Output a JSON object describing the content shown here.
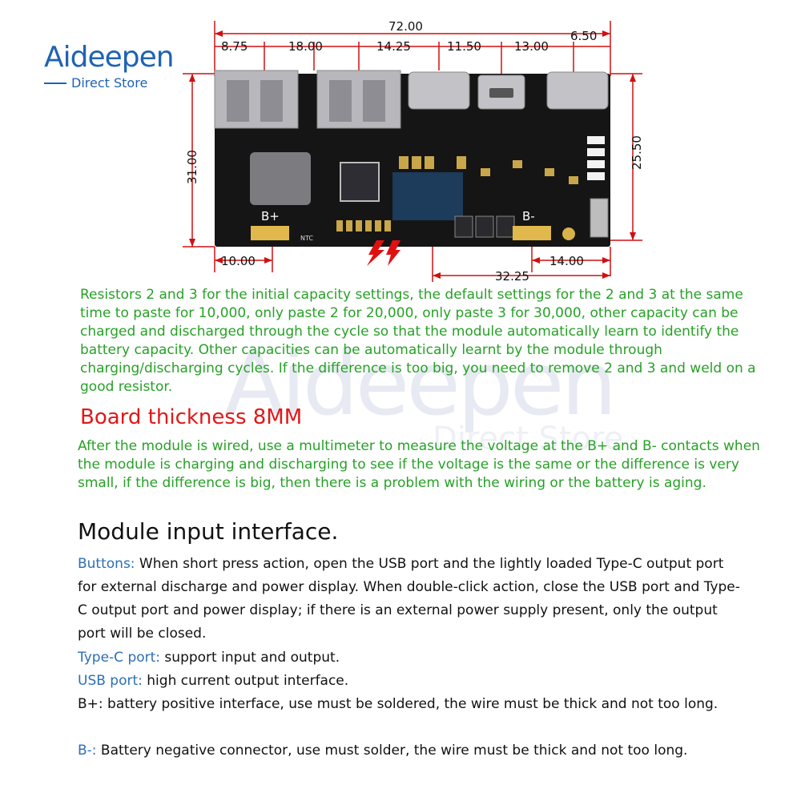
{
  "logo": {
    "brand": "Aideepen",
    "tagline": "Direct Store"
  },
  "dimensions": {
    "top_total": "72.00",
    "top_segments": [
      "8.75",
      "18.00",
      "14.25",
      "11.50",
      "13.00",
      "6.50"
    ],
    "left_height": "31.00",
    "right_height": "25.50",
    "bottom_left": "10.00",
    "bottom_right": "14.00",
    "bottom_span": "32.25"
  },
  "board_labels": {
    "b_plus": "B+",
    "b_minus": "B-",
    "ntc": "NTC"
  },
  "resistor_note": "Resistors 2 and 3 for the initial capacity settings, the default settings for the 2 and 3 at the same time to paste for 10,000, only paste 2 for 20,000, only paste 3 for 30,000, other capacity can be charged and discharged through the cycle so that the module automatically learn to identify the battery capacity. Other capacities can be automatically learnt by the module through charging/discharging cycles. If the difference is too big, you need to remove 2 and 3 and weld on a good resistor.",
  "board_thickness": "Board thickness 8MM",
  "wiring_note": "After the module is wired, use a multimeter to measure the voltage at the B+ and B- contacts when the module is charging and discharging to see if the voltage is the same or the difference is very small, if the difference is big, then there is a problem with the wiring or the battery is aging.",
  "section_title": "Module input interface.",
  "interfaces": [
    {
      "label": "Buttons:",
      "text": " When short press action, open the USB port and the lightly loaded Type-C output port for external discharge and power display. When double-click action, close the USB port and Type-C output port and power display; if there is an external power supply present, only the output port will be closed."
    },
    {
      "label": "Type-C port:",
      "text": " support input and output."
    },
    {
      "label": "USB port:",
      "text": " high current output interface."
    },
    {
      "label": "B+:",
      "text": " battery positive interface, use must be soldered, the wire must be thick and not too long."
    },
    {
      "label": "B-:",
      "text": " Battery negative connector, use must solder, the wire must be thick and not too long."
    }
  ]
}
